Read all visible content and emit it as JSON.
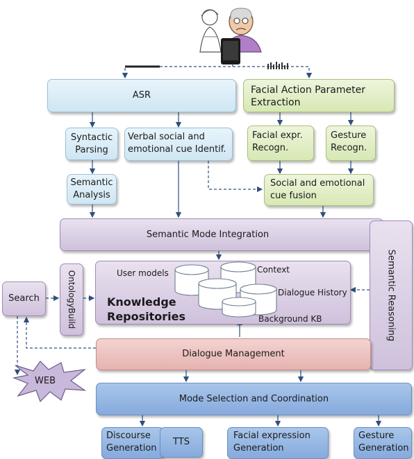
{
  "boxes": {
    "asr": "ASR",
    "facial_action": "Facial Action Parameter Extraction",
    "syntactic": "Syntactic Parsing",
    "verbal": "Verbal social and emotional cue Identif.",
    "facial_expr": "Facial expr. Recogn.",
    "gesture_recogn": "Gesture Recogn.",
    "semantic_analysis": "Semantic Analysis",
    "fusion": "Social and emotional cue fusion",
    "semantic_mode": "Semantic Mode Integration",
    "semantic_reasoning": "Semantic Reasoning",
    "ontology": "OntologyBuild",
    "search": "Search",
    "web": "WEB",
    "knowledge": "Knowledge Repositories",
    "user_models": "User models",
    "context": "Context",
    "dialogue_history": "Dialogue History",
    "background_kb": "Background KB",
    "dialogue_mgmt": "Dialogue Management",
    "mode_selection": "Mode Selection and Coordination",
    "discourse": "Discourse Generation",
    "tts": "TTS",
    "facial_gen": "Facial expression Generation",
    "gesture_gen": "Gesture Generation"
  },
  "colors": {
    "light_blue": "#cfe6f3",
    "green": "#d7e8b4",
    "purple": "#cfc1dc",
    "pink": "#e6b3b0",
    "blue": "#86aadd",
    "web_burst": "#c8b8dc",
    "arrow": "#2f4f7f"
  }
}
